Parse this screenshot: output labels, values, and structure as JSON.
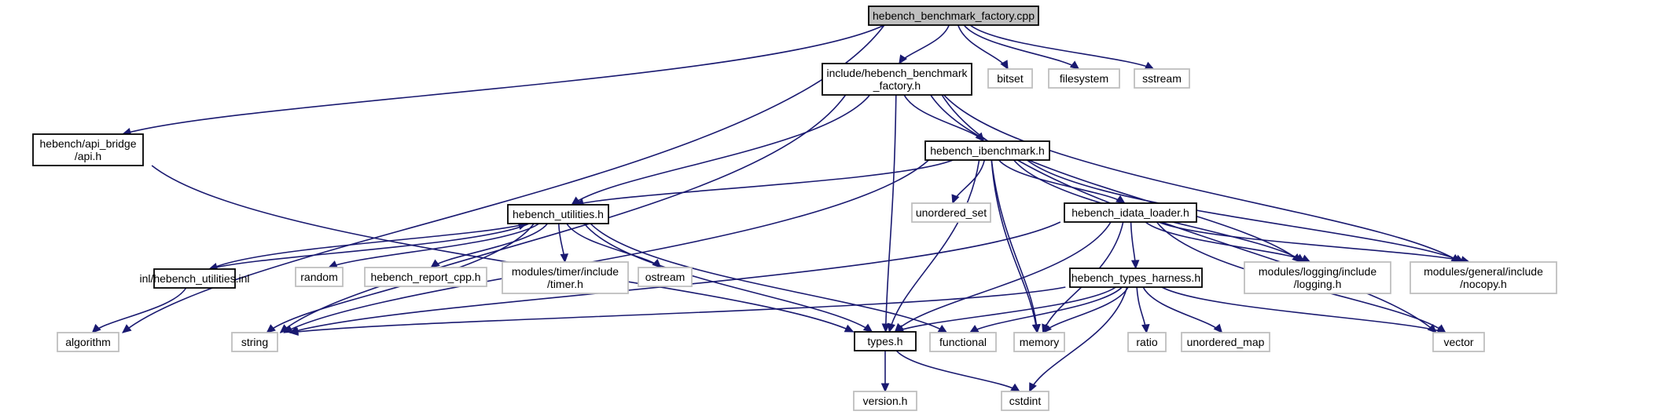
{
  "colors": {
    "edge": "#191970",
    "root_fill": "#bfbfbf",
    "local_border": "#000000",
    "system_border": "#bfbfbf",
    "text": "#000000"
  },
  "nodes": [
    {
      "id": "root",
      "lines": [
        "hebench_benchmark_factory.cpp"
      ],
      "kind": "root"
    },
    {
      "id": "inc_factory",
      "lines": [
        "include/hebench_benchmark",
        "_factory.h"
      ],
      "kind": "local"
    },
    {
      "id": "bitset",
      "lines": [
        "bitset"
      ],
      "kind": "system"
    },
    {
      "id": "filesystem",
      "lines": [
        "filesystem"
      ],
      "kind": "system"
    },
    {
      "id": "sstream",
      "lines": [
        "sstream"
      ],
      "kind": "system"
    },
    {
      "id": "api_bridge",
      "lines": [
        "hebench/api_bridge",
        "/api.h"
      ],
      "kind": "local"
    },
    {
      "id": "ibenchmark",
      "lines": [
        "hebench_ibenchmark.h"
      ],
      "kind": "local"
    },
    {
      "id": "utilities",
      "lines": [
        "hebench_utilities.h"
      ],
      "kind": "local"
    },
    {
      "id": "unordered_set",
      "lines": [
        "unordered_set"
      ],
      "kind": "system"
    },
    {
      "id": "idata_loader",
      "lines": [
        "hebench_idata_loader.h"
      ],
      "kind": "local"
    },
    {
      "id": "utilities_inl",
      "lines": [
        "inl/hebench_utilities.inl"
      ],
      "kind": "local"
    },
    {
      "id": "random",
      "lines": [
        "random"
      ],
      "kind": "system"
    },
    {
      "id": "report_cpp",
      "lines": [
        "hebench_report_cpp.h"
      ],
      "kind": "system"
    },
    {
      "id": "timer",
      "lines": [
        "modules/timer/include",
        "/timer.h"
      ],
      "kind": "system"
    },
    {
      "id": "ostream",
      "lines": [
        "ostream"
      ],
      "kind": "system"
    },
    {
      "id": "types_harness",
      "lines": [
        "hebench_types_harness.h"
      ],
      "kind": "local"
    },
    {
      "id": "logging",
      "lines": [
        "modules/logging/include",
        "/logging.h"
      ],
      "kind": "system"
    },
    {
      "id": "nocopy",
      "lines": [
        "modules/general/include",
        "/nocopy.h"
      ],
      "kind": "system"
    },
    {
      "id": "algorithm",
      "lines": [
        "algorithm"
      ],
      "kind": "system"
    },
    {
      "id": "string",
      "lines": [
        "string"
      ],
      "kind": "system"
    },
    {
      "id": "types",
      "lines": [
        "types.h"
      ],
      "kind": "local"
    },
    {
      "id": "functional",
      "lines": [
        "functional"
      ],
      "kind": "system"
    },
    {
      "id": "memory",
      "lines": [
        "memory"
      ],
      "kind": "system"
    },
    {
      "id": "ratio",
      "lines": [
        "ratio"
      ],
      "kind": "system"
    },
    {
      "id": "unordered_map",
      "lines": [
        "unordered_map"
      ],
      "kind": "system"
    },
    {
      "id": "vector",
      "lines": [
        "vector"
      ],
      "kind": "system"
    },
    {
      "id": "version",
      "lines": [
        "version.h"
      ],
      "kind": "system"
    },
    {
      "id": "cstdint",
      "lines": [
        "cstdint"
      ],
      "kind": "system"
    }
  ],
  "edges": [
    [
      "root",
      "inc_factory"
    ],
    [
      "root",
      "bitset"
    ],
    [
      "root",
      "filesystem"
    ],
    [
      "root",
      "sstream"
    ],
    [
      "root",
      "api_bridge"
    ],
    [
      "root",
      "algorithm"
    ],
    [
      "inc_factory",
      "ibenchmark"
    ],
    [
      "inc_factory",
      "utilities"
    ],
    [
      "inc_factory",
      "string"
    ],
    [
      "inc_factory",
      "types"
    ],
    [
      "inc_factory",
      "logging"
    ],
    [
      "inc_factory",
      "nocopy"
    ],
    [
      "inc_factory",
      "vector"
    ],
    [
      "api_bridge",
      "types"
    ],
    [
      "ibenchmark",
      "utilities"
    ],
    [
      "ibenchmark",
      "string"
    ],
    [
      "ibenchmark",
      "unordered_set"
    ],
    [
      "ibenchmark",
      "idata_loader"
    ],
    [
      "ibenchmark",
      "types"
    ],
    [
      "ibenchmark",
      "memory"
    ],
    [
      "ibenchmark",
      "logging"
    ],
    [
      "ibenchmark",
      "nocopy"
    ],
    [
      "ibenchmark",
      "memory"
    ],
    [
      "utilities",
      "utilities_inl"
    ],
    [
      "utilities",
      "random"
    ],
    [
      "utilities",
      "report_cpp"
    ],
    [
      "utilities",
      "timer"
    ],
    [
      "utilities",
      "ostream"
    ],
    [
      "utilities",
      "string"
    ],
    [
      "utilities",
      "types"
    ],
    [
      "utilities",
      "functional"
    ],
    [
      "utilities_inl",
      "utilities"
    ],
    [
      "utilities_inl",
      "algorithm"
    ],
    [
      "idata_loader",
      "types_harness"
    ],
    [
      "idata_loader",
      "string"
    ],
    [
      "idata_loader",
      "types"
    ],
    [
      "idata_loader",
      "memory"
    ],
    [
      "idata_loader",
      "logging"
    ],
    [
      "idata_loader",
      "nocopy"
    ],
    [
      "idata_loader",
      "vector"
    ],
    [
      "types_harness",
      "types"
    ],
    [
      "types_harness",
      "string"
    ],
    [
      "types_harness",
      "functional"
    ],
    [
      "types_harness",
      "memory"
    ],
    [
      "types_harness",
      "ratio"
    ],
    [
      "types_harness",
      "unordered_map"
    ],
    [
      "types_harness",
      "vector"
    ],
    [
      "types_harness",
      "cstdint"
    ],
    [
      "types",
      "version"
    ],
    [
      "types",
      "cstdint"
    ]
  ]
}
